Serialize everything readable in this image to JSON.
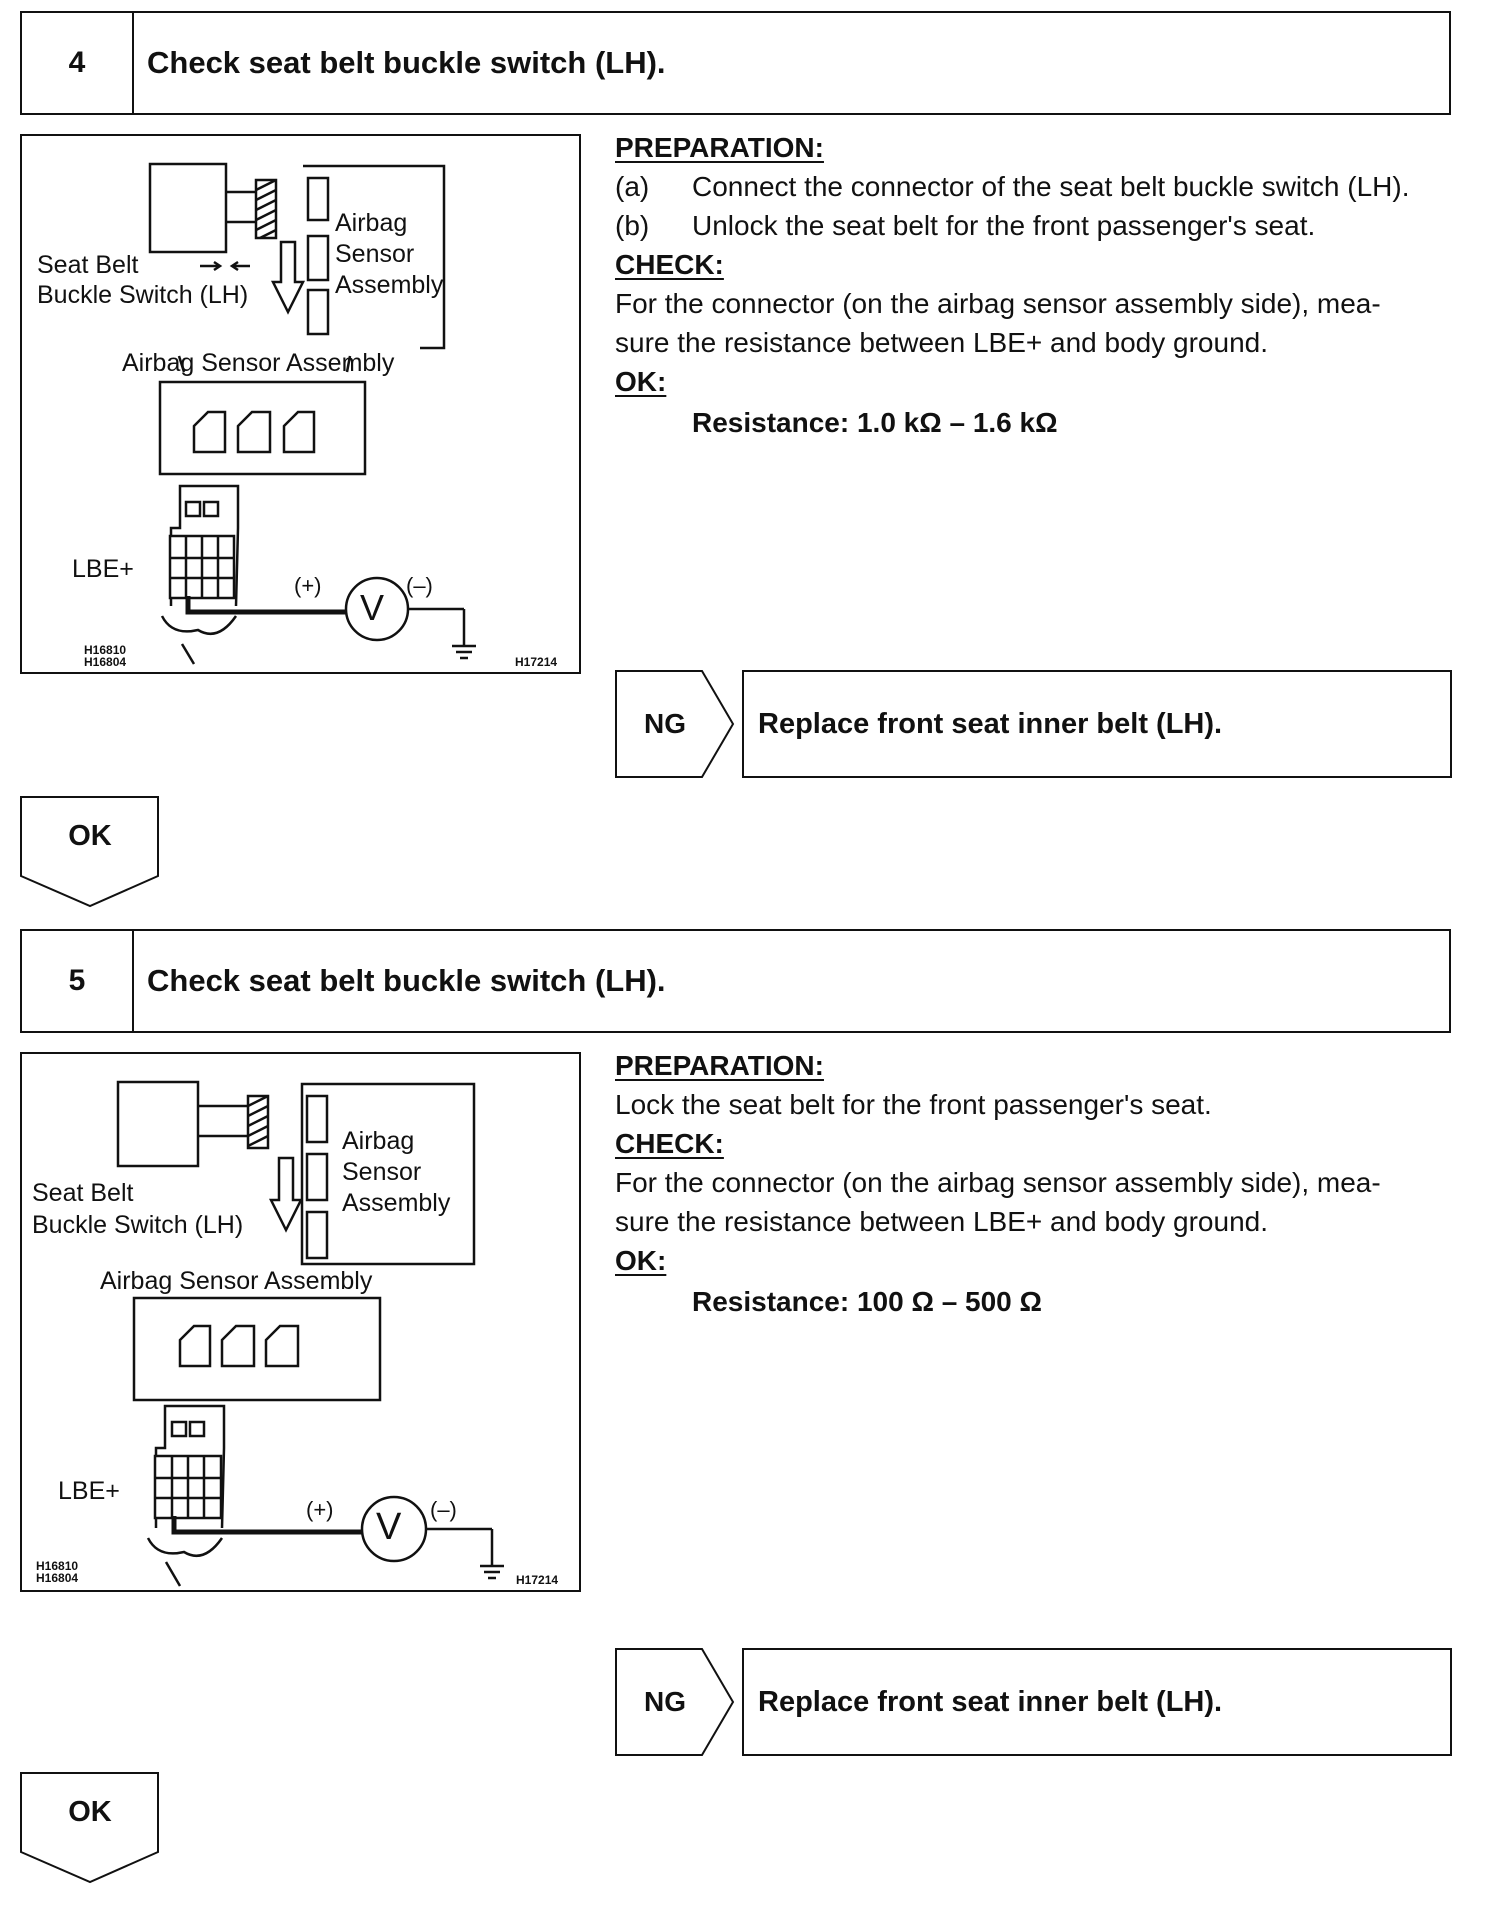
{
  "steps": [
    {
      "number": "4",
      "title": "Check seat belt buckle switch (LH).",
      "figure": {
        "label_airbag": "Airbag",
        "label_sensor": "Sensor",
        "label_assembly": "Assembly",
        "label_seat_belt": "Seat Belt",
        "label_buckle_switch": "Buckle Switch (LH)",
        "label_airbag_sensor_assembly": "Airbag Sensor Assembly",
        "label_lbe": "LBE+",
        "label_plus": "(+)",
        "label_minus": "(–)",
        "meter_symbol": "V",
        "code_1": "H16810",
        "code_2": "H16804",
        "code_3": "H17214"
      },
      "preparation_label": "PREPARATION:",
      "preparation_items": [
        {
          "marker": "(a)",
          "text": "Connect the connector of the seat belt buckle switch (LH)."
        },
        {
          "marker": "(b)",
          "text": "Unlock the seat belt for the front passenger's seat."
        }
      ],
      "check_label": "CHECK:",
      "check_text_line1": "For the connector (on the airbag sensor assembly side), mea-",
      "check_text_line2": "sure the resistance between LBE+ and body ground.",
      "ok_label": "OK:",
      "ok_value": "Resistance: 1.0 kΩ – 1.6 kΩ",
      "ng_label": "NG",
      "ng_action": "Replace front seat inner belt (LH).",
      "ok_flow_label": "OK"
    },
    {
      "number": "5",
      "title": "Check seat belt buckle switch (LH).",
      "figure": {
        "label_airbag": "Airbag",
        "label_sensor": "Sensor",
        "label_assembly": "Assembly",
        "label_seat_belt": "Seat Belt",
        "label_buckle_switch": "Buckle Switch (LH)",
        "label_airbag_sensor_assembly": "Airbag Sensor Assembly",
        "label_lbe": "LBE+",
        "label_plus": "(+)",
        "label_minus": "(–)",
        "meter_symbol": "V",
        "code_1": "H16810",
        "code_2": "H16804",
        "code_3": "H17214"
      },
      "preparation_label": "PREPARATION:",
      "preparation_text": "Lock the seat belt for the front passenger's seat.",
      "check_label": "CHECK:",
      "check_text_line1": "For the connector (on the airbag sensor assembly side), mea-",
      "check_text_line2": "sure the resistance between LBE+ and body ground.",
      "ok_label": "OK:",
      "ok_value": "Resistance: 100 Ω – 500 Ω",
      "ng_label": "NG",
      "ng_action": "Replace front seat inner belt (LH).",
      "ok_flow_label": "OK"
    }
  ]
}
